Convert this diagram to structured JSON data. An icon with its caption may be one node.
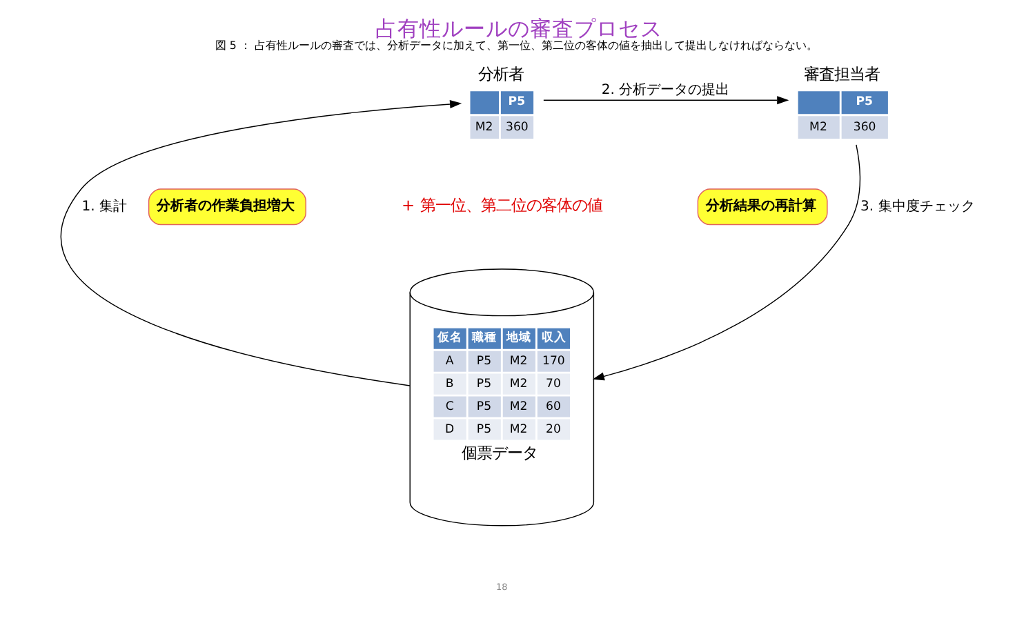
{
  "diagram": {
    "title": "占有性ルールの審査プロセス",
    "caption": "図 5 ： 占有性ルールの審査では、分析データに加えて、第一位、第二位の客体の値を抽出して提出しなければならない。",
    "nodes": [
      {
        "text": [
          "分析者",
          "P5",
          "M2",
          "360"
        ]
      },
      {
        "text": [
          "審査担当者",
          "P5",
          "M2",
          "360"
        ]
      },
      {
        "text": [
          "分析者の作業負担増大"
        ]
      },
      {
        "text": [
          "仮名",
          "職種",
          "地域",
          "収入",
          "A",
          "P5",
          "M2",
          "170",
          "B",
          "P5",
          "M2",
          "70",
          "C",
          "P5",
          "M2",
          "60",
          "D",
          "P5",
          "M2",
          "20",
          "個票データ"
        ]
      },
      {
        "text": [
          "分析結果の再計算"
        ]
      }
    ],
    "edges": [
      {
        "from": 3,
        "to": 0,
        "arrow": "to",
        "label": "1. 集計"
      },
      {
        "from": 0,
        "to": 1,
        "arrow": "to",
        "label": "2. 分析データの提出"
      },
      {
        "from": 1,
        "to": 3,
        "arrow": "to",
        "label": "3. 集中度チェック"
      }
    ],
    "labels": [
      "+ 第一位、第二位の客体の値",
      "18"
    ]
  }
}
